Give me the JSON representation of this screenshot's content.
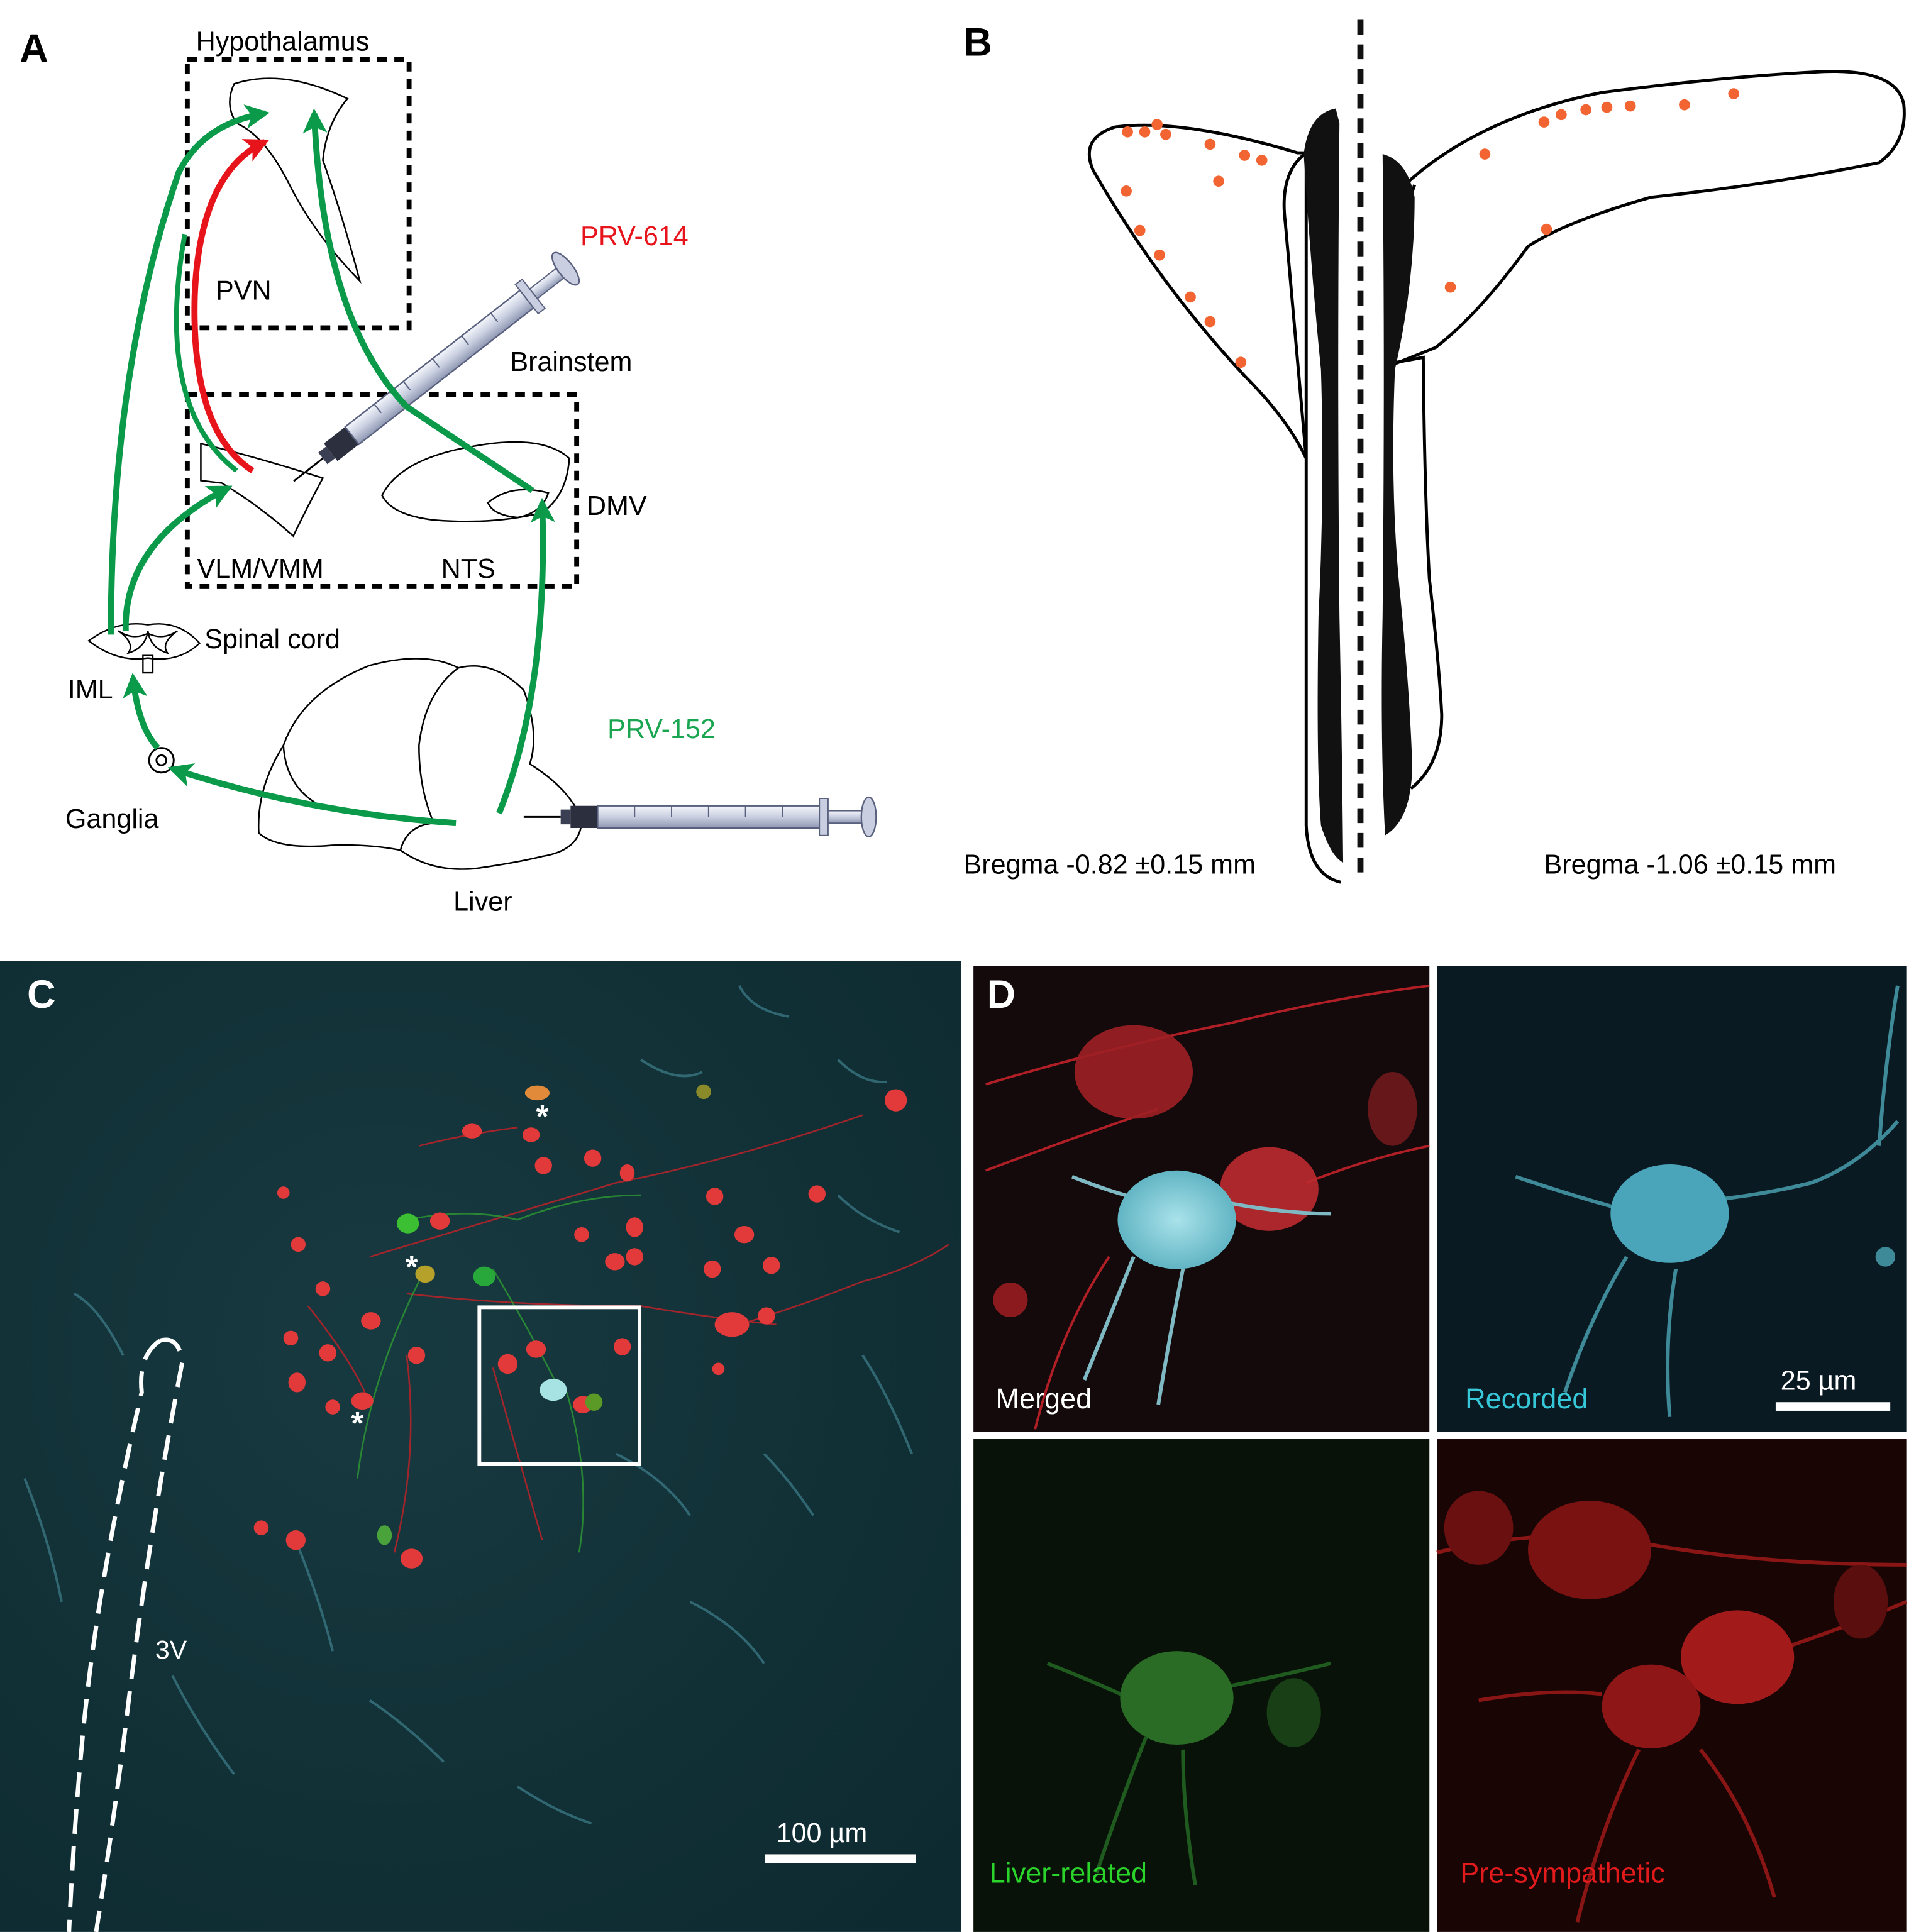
{
  "panels": {
    "a": {
      "letter": "A",
      "hypothalamus": "Hypothalamus",
      "pvn": "PVN",
      "brainstem": "Brainstem",
      "prv614": "PRV-614",
      "prv152": "PRV-152",
      "dmv": "DMV",
      "vlm": "VLM/VMM",
      "nts": "NTS",
      "spinal_cord": "Spinal cord",
      "iml": "IML",
      "ganglia": "Ganglia",
      "liver": "Liver"
    },
    "b": {
      "letter": "B",
      "bregma_left": "Bregma -0.82 ±0.15 mm",
      "bregma_right": "Bregma -1.06 ±0.15 mm"
    },
    "c": {
      "letter": "C",
      "ventricle": "3V",
      "asterisk": "*",
      "scale": "100 µm"
    },
    "d": {
      "letter": "D",
      "merged": "Merged",
      "recorded": "Recorded",
      "liver_related": "Liver-related",
      "pre_sympathetic": "Pre-sympathetic",
      "scale": "25 µm"
    }
  },
  "colors": {
    "green_pathway": "#0a9a4a",
    "red_pathway": "#e8141b",
    "prv614_label": "#e8141b",
    "prv152_label": "#1aa650",
    "pvn_dot": "#f26532",
    "recorded_label": "#36c7d8",
    "liver_label": "#2ad42a",
    "presym_label": "#e11b1b"
  }
}
